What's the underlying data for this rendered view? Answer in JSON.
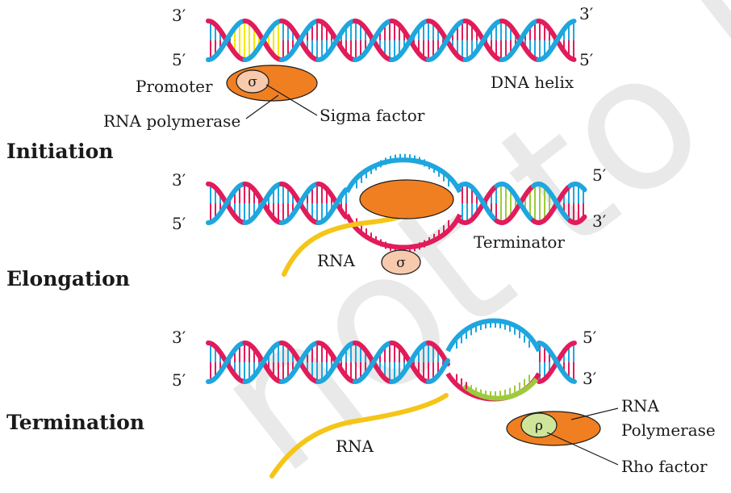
{
  "colors": {
    "strand_blue": "#1ea6de",
    "strand_red": "#e21b5a",
    "promoter_yellow": "#f2e800",
    "terminator_green": "#9ccb3b",
    "rna_yellow": "#f5c518",
    "polymerase_orange": "#f07f22",
    "sigma_fill": "#f7c9ad",
    "rho_fill": "#cfe59a"
  },
  "watermark": "not to be re",
  "stages": {
    "initiation": {
      "title": "Initiation"
    },
    "elongation": {
      "title": "Elongation"
    },
    "termination": {
      "title": "Termination"
    }
  },
  "panel1": {
    "left_top": "3′",
    "left_bottom": "5′",
    "right_top": "3′",
    "right_bottom": "5′",
    "promoter": "Promoter",
    "sigma_symbol": "σ",
    "rna_polymerase": "RNA polymerase",
    "sigma_factor": "Sigma factor",
    "dna_helix": "DNA helix"
  },
  "panel2": {
    "left_top": "3′",
    "left_bottom": "5′",
    "right_top": "5′",
    "right_bottom": "3′",
    "rna": "RNA",
    "sigma_symbol": "σ",
    "terminator": "Terminator"
  },
  "panel3": {
    "left_top": "3′",
    "left_bottom": "5′",
    "right_top": "5′",
    "right_bottom": "3′",
    "rna": "RNA",
    "rho_symbol": "ρ",
    "rna_polymerase_1": "RNA",
    "rna_polymerase_2": "Polymerase",
    "rho_factor": "Rho factor"
  }
}
